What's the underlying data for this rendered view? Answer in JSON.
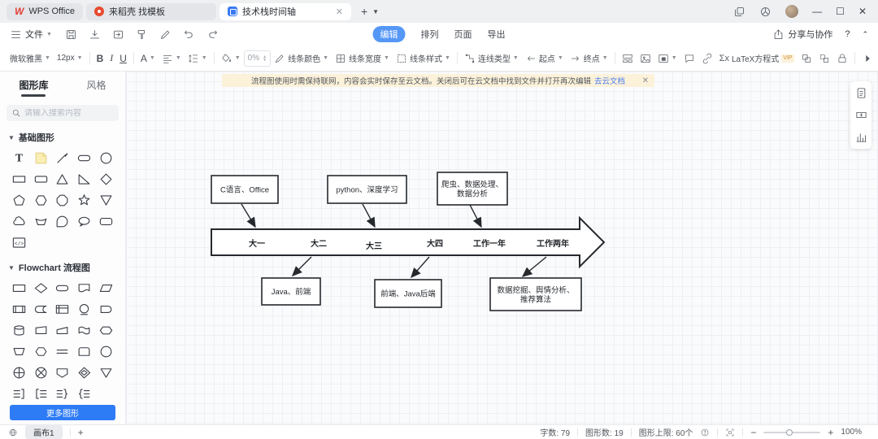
{
  "titlebar": {
    "tabs": [
      {
        "label": "WPS Office"
      },
      {
        "label": "来稻壳 找模板"
      },
      {
        "label": "技术栈时间轴"
      }
    ]
  },
  "menubar": {
    "file": "文件",
    "tabs": [
      "编辑",
      "排列",
      "页面",
      "导出"
    ],
    "share": "分享与协作",
    "help": "?"
  },
  "toolbar": {
    "font_name": "微软雅黑",
    "font_size": "12px",
    "bold": "B",
    "italic": "I",
    "underline": "U",
    "font_color": "A",
    "opacity": "0%",
    "line_color": "线条颜色",
    "line_width": "线条宽度",
    "line_style": "线条样式",
    "connector_type": "连线类型",
    "start_point": "起点",
    "end_point": "终点",
    "latex": "LaTeX方程式",
    "vip": "VIP"
  },
  "sidebar": {
    "tabs": [
      "图形库",
      "风格"
    ],
    "search_placeholder": "请输入搜索内容",
    "basic_section": "基础图形",
    "flowchart_section": "Flowchart 流程图",
    "basic_shapes": [
      "text",
      "sticky-note",
      "line-pen",
      "pill",
      "ellipse",
      "rectangle",
      "rounded-rectangle-slim",
      "triangle",
      "right-triangle",
      "diamond",
      "pentagon",
      "hexagon",
      "octagon",
      "star",
      "inverted-triangle",
      "cloud",
      "arc-trapezoid",
      "teardrop",
      "callout",
      "rounded-rectangle",
      "code-block"
    ],
    "flowchart_shapes": [
      "process",
      "decision",
      "terminator",
      "document",
      "data",
      "predefined-process",
      "stored-data",
      "internal-storage",
      "display-circle",
      "delay",
      "database",
      "manual-operation",
      "manual-input",
      "paper-tape",
      "preparation",
      "trapezoid",
      "hexagon-alt",
      "double-line",
      "card",
      "circle",
      "or-junction",
      "summing-junction",
      "off-page",
      "decision-nested",
      "merge",
      "brace-lines-1",
      "brace-lines-2",
      "brace-lines-3",
      "brace-lines-4"
    ],
    "more_button": "更多图形"
  },
  "canvas": {
    "notice_text": "流程图使用时需保持联网，内容会实时保存至云文档。关闭后可在云文档中找到文件并打开再次编辑",
    "notice_link": "去云文档"
  },
  "diagram": {
    "stages": [
      "大一",
      "大二",
      "大三",
      "大四",
      "工作一年",
      "工作两年"
    ],
    "top_boxes": [
      "C语言、Office",
      "python、深度学习",
      "爬虫、数据处理、\n数据分析"
    ],
    "bottom_boxes": [
      "Java、前端",
      "前端、Java后端",
      "数据挖掘、舆情分析、\n推荐算法"
    ]
  },
  "statusbar": {
    "canvas_tab": "画布1",
    "word_count_label": "字数:",
    "word_count": "79",
    "shape_count_label": "图形数:",
    "shape_count": "19",
    "shape_limit_label": "图形上限:",
    "shape_limit": "60个",
    "zoom_level": "100%"
  }
}
